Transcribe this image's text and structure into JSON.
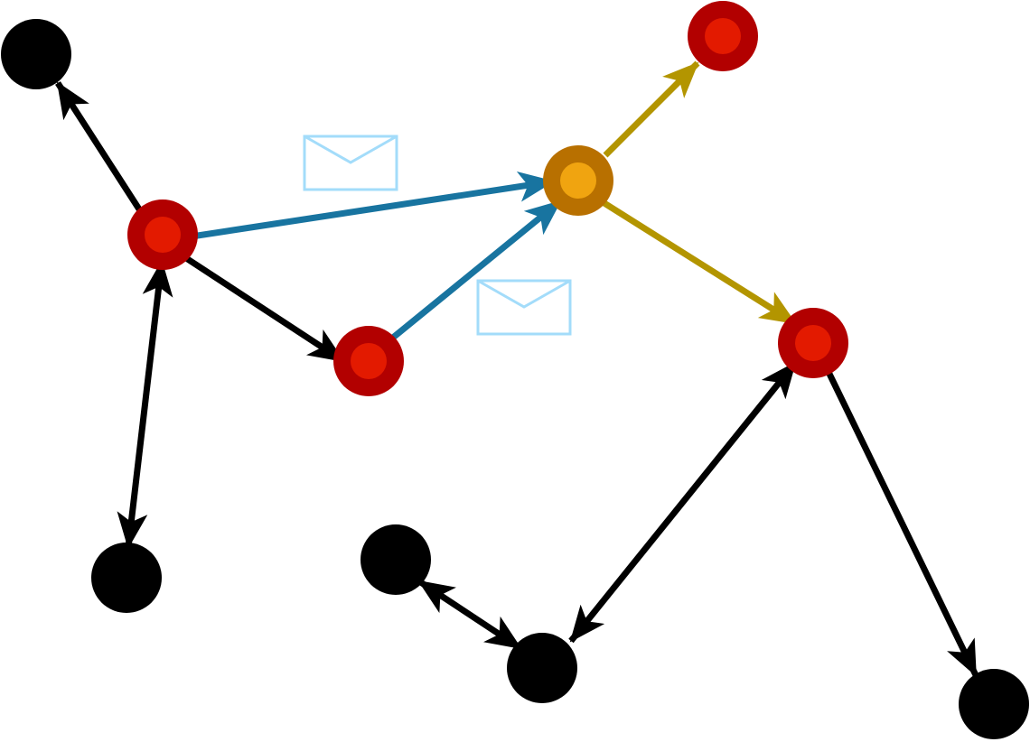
{
  "diagram": {
    "type": "network-message-propagation",
    "colors": {
      "background": "#ffffff",
      "inactive_node": "#000000",
      "infected_node_outer": "#b20000",
      "infected_node_inner": "#e31a00",
      "source_node_outer": "#b87000",
      "source_node_inner": "#f0a410",
      "plain_edge": "#000000",
      "message_edge": "#1874a0",
      "broadcast_edge": "#b39500",
      "message_icon": "#a3dcfa"
    },
    "nodes": [
      {
        "id": "n1",
        "kind": "inactive"
      },
      {
        "id": "n2",
        "kind": "infected"
      },
      {
        "id": "n3",
        "kind": "infected"
      },
      {
        "id": "n4",
        "kind": "source"
      },
      {
        "id": "n5",
        "kind": "infected"
      },
      {
        "id": "n6",
        "kind": "infected"
      },
      {
        "id": "n7",
        "kind": "inactive"
      },
      {
        "id": "n8",
        "kind": "inactive"
      },
      {
        "id": "n9",
        "kind": "inactive"
      },
      {
        "id": "n10",
        "kind": "inactive"
      }
    ],
    "edges": [
      {
        "from": "n2",
        "to": "n1",
        "kind": "plain",
        "direction": "forward"
      },
      {
        "from": "n2",
        "to": "n3",
        "kind": "plain",
        "direction": "forward"
      },
      {
        "from": "n2",
        "to": "n7",
        "kind": "plain",
        "direction": "both"
      },
      {
        "from": "n2",
        "to": "n4",
        "kind": "message",
        "direction": "forward"
      },
      {
        "from": "n3",
        "to": "n4",
        "kind": "message",
        "direction": "forward"
      },
      {
        "from": "n4",
        "to": "n5",
        "kind": "broadcast",
        "direction": "forward"
      },
      {
        "from": "n4",
        "to": "n6",
        "kind": "broadcast",
        "direction": "forward"
      },
      {
        "from": "n6",
        "to": "n9",
        "kind": "plain",
        "direction": "both"
      },
      {
        "from": "n6",
        "to": "n10",
        "kind": "plain",
        "direction": "forward"
      },
      {
        "from": "n8",
        "to": "n9",
        "kind": "plain",
        "direction": "both"
      }
    ],
    "message_icons": [
      "envelope-icon",
      "envelope-icon"
    ]
  }
}
